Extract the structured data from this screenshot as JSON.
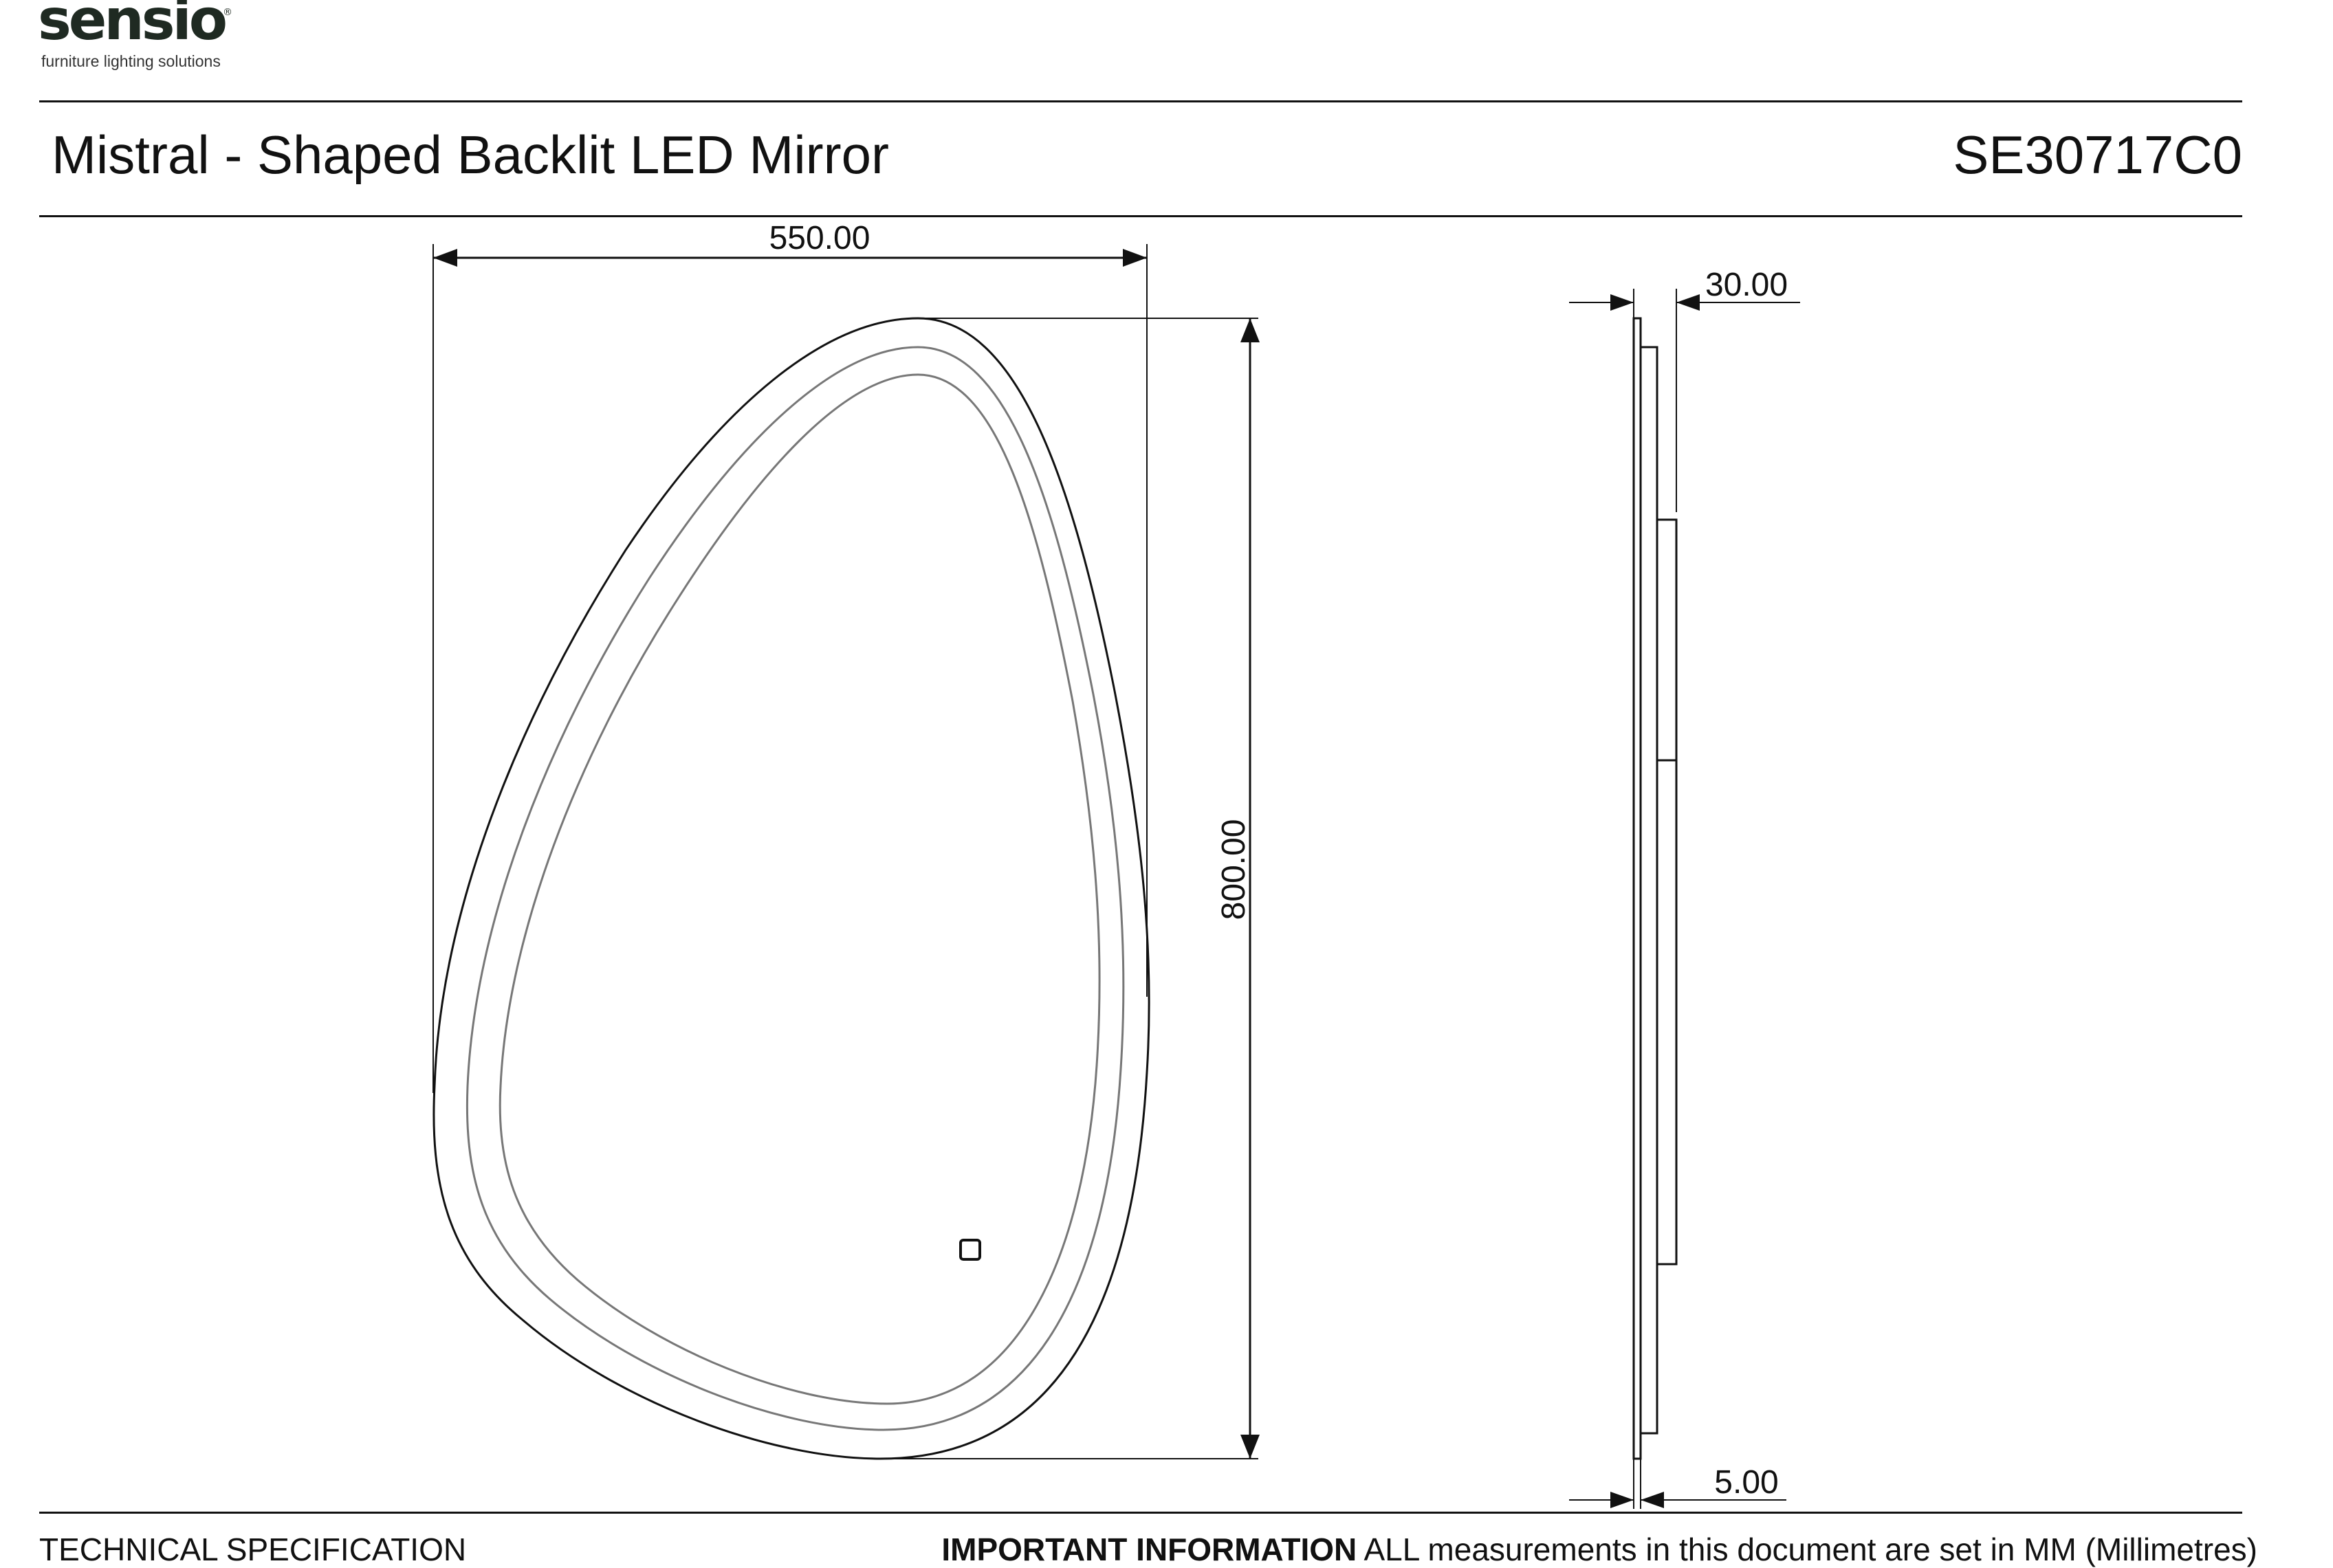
{
  "brand": {
    "name": "sensio",
    "tagline": "furniture lighting solutions",
    "registered_mark": "®"
  },
  "header": {
    "title": "Mistral - Shaped Backlit LED Mirror",
    "product_code": "SE30717C0"
  },
  "drawing": {
    "front_view": {
      "width_label": "550.00",
      "height_label": "800.00"
    },
    "side_view": {
      "depth_label": "30.00",
      "glass_label": "5.00"
    }
  },
  "footer": {
    "left": "TECHNICAL SPECIFICATION",
    "important_label": "IMPORTANT INFORMATION",
    "note": " ALL measurements in this document are set in MM (Millimetres)"
  }
}
